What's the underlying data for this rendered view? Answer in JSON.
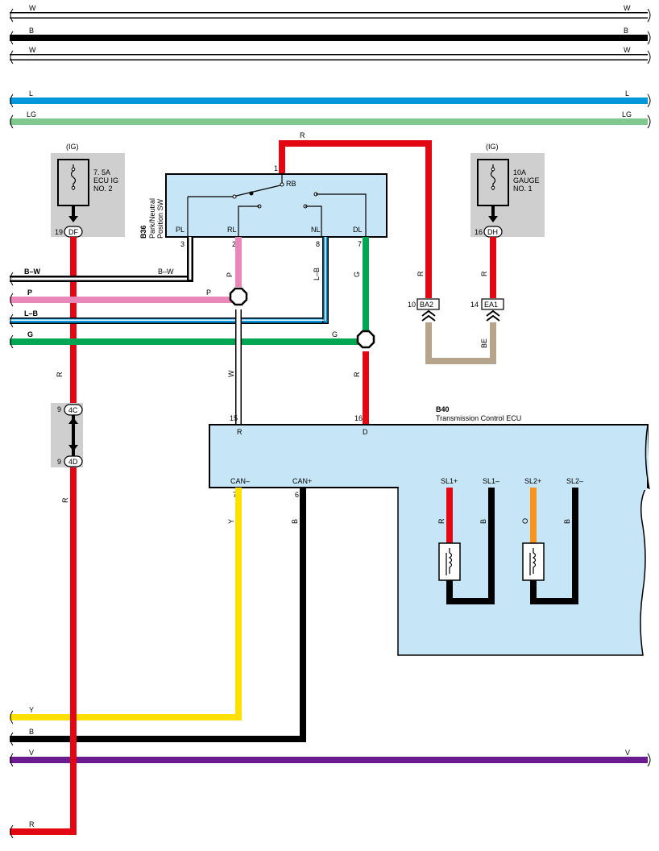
{
  "colors": {
    "R": "#e30613",
    "B": "#000000",
    "W": "#ffffff",
    "L": "#0096dc",
    "LG": "#7fc98f",
    "P": "#e887b8",
    "G": "#00a651",
    "Y": "#ffe000",
    "V": "#6a1b8f",
    "O": "#f7941d",
    "BE": "#b5a58c",
    "box": "#c6e6f7",
    "fusebox": "#cfcfcf"
  },
  "bus": [
    {
      "color_code": "W",
      "left": "W",
      "right": "W"
    },
    {
      "color_code": "B",
      "left": "B",
      "right": "B"
    },
    {
      "color_code": "W",
      "left": "W",
      "right": "W"
    },
    {
      "color_code": "L",
      "left": "L",
      "right": "L"
    },
    {
      "color_code": "LG",
      "left": "LG",
      "right": "LG"
    },
    {
      "color_code": "B-W",
      "left": "B–W"
    },
    {
      "color_code": "P",
      "left": "P"
    },
    {
      "color_code": "L-B",
      "left": "L–B"
    },
    {
      "color_code": "G",
      "left": "G"
    },
    {
      "color_code": "Y",
      "left": "Y"
    },
    {
      "color_code": "B",
      "left": "B"
    },
    {
      "color_code": "V",
      "left": "V",
      "right": "V"
    },
    {
      "color_code": "R",
      "left": "R"
    }
  ],
  "fuse_ecu_ig": {
    "ig": "(IG)",
    "rating": "7. 5A",
    "name1": "ECU IG",
    "name2": "NO. 2",
    "pin": "19",
    "connector": "DF"
  },
  "fuse_gauge": {
    "ig": "(IG)",
    "rating": "10A",
    "name1": "GAUGE",
    "name2": "NO. 1",
    "pin": "16",
    "connector": "DH"
  },
  "junction_4c4d": {
    "pin_top": "9",
    "conn_top": "4C",
    "pin_bottom": "9",
    "conn_bottom": "4D"
  },
  "b36": {
    "code": "B36",
    "name1": "Park/Neutral",
    "name2": "Position SW",
    "top_pin": "1",
    "top_term": "RB",
    "pins": [
      {
        "num": "3",
        "term": "PL"
      },
      {
        "num": "2",
        "term": "RL"
      },
      {
        "num": "8",
        "term": "NL"
      },
      {
        "num": "7",
        "term": "DL"
      }
    ]
  },
  "ba2": {
    "pin": "10",
    "connector": "BA2"
  },
  "ea1": {
    "pin": "14",
    "connector": "EA1"
  },
  "wire_labels": {
    "r_top": "R",
    "bw": "B–W",
    "p_bus": "P",
    "p_vert": "P",
    "lb_vert": "L–B",
    "g_vert": "G",
    "g_bus": "G",
    "r_ba2": "R",
    "r_ea1": "R",
    "be": "BE",
    "w_vert": "W",
    "r_d": "R",
    "r_main1": "R",
    "r_main2": "R",
    "y_vert": "Y",
    "b_vert": "B",
    "sl1p": "R",
    "sl1m": "B",
    "sl2p": "O",
    "sl2m": "B"
  },
  "b40": {
    "code": "B40",
    "name": "Transmission Control ECU",
    "pin_r": "15",
    "term_r": "R",
    "pin_d": "16",
    "term_d": "D",
    "pin_canm": "7",
    "term_canm": "CAN–",
    "pin_canp": "6",
    "term_canp": "CAN+",
    "sl1p": "SL1+",
    "sl1m": "SL1–",
    "sl2p": "SL2+",
    "sl2m": "SL2–"
  }
}
